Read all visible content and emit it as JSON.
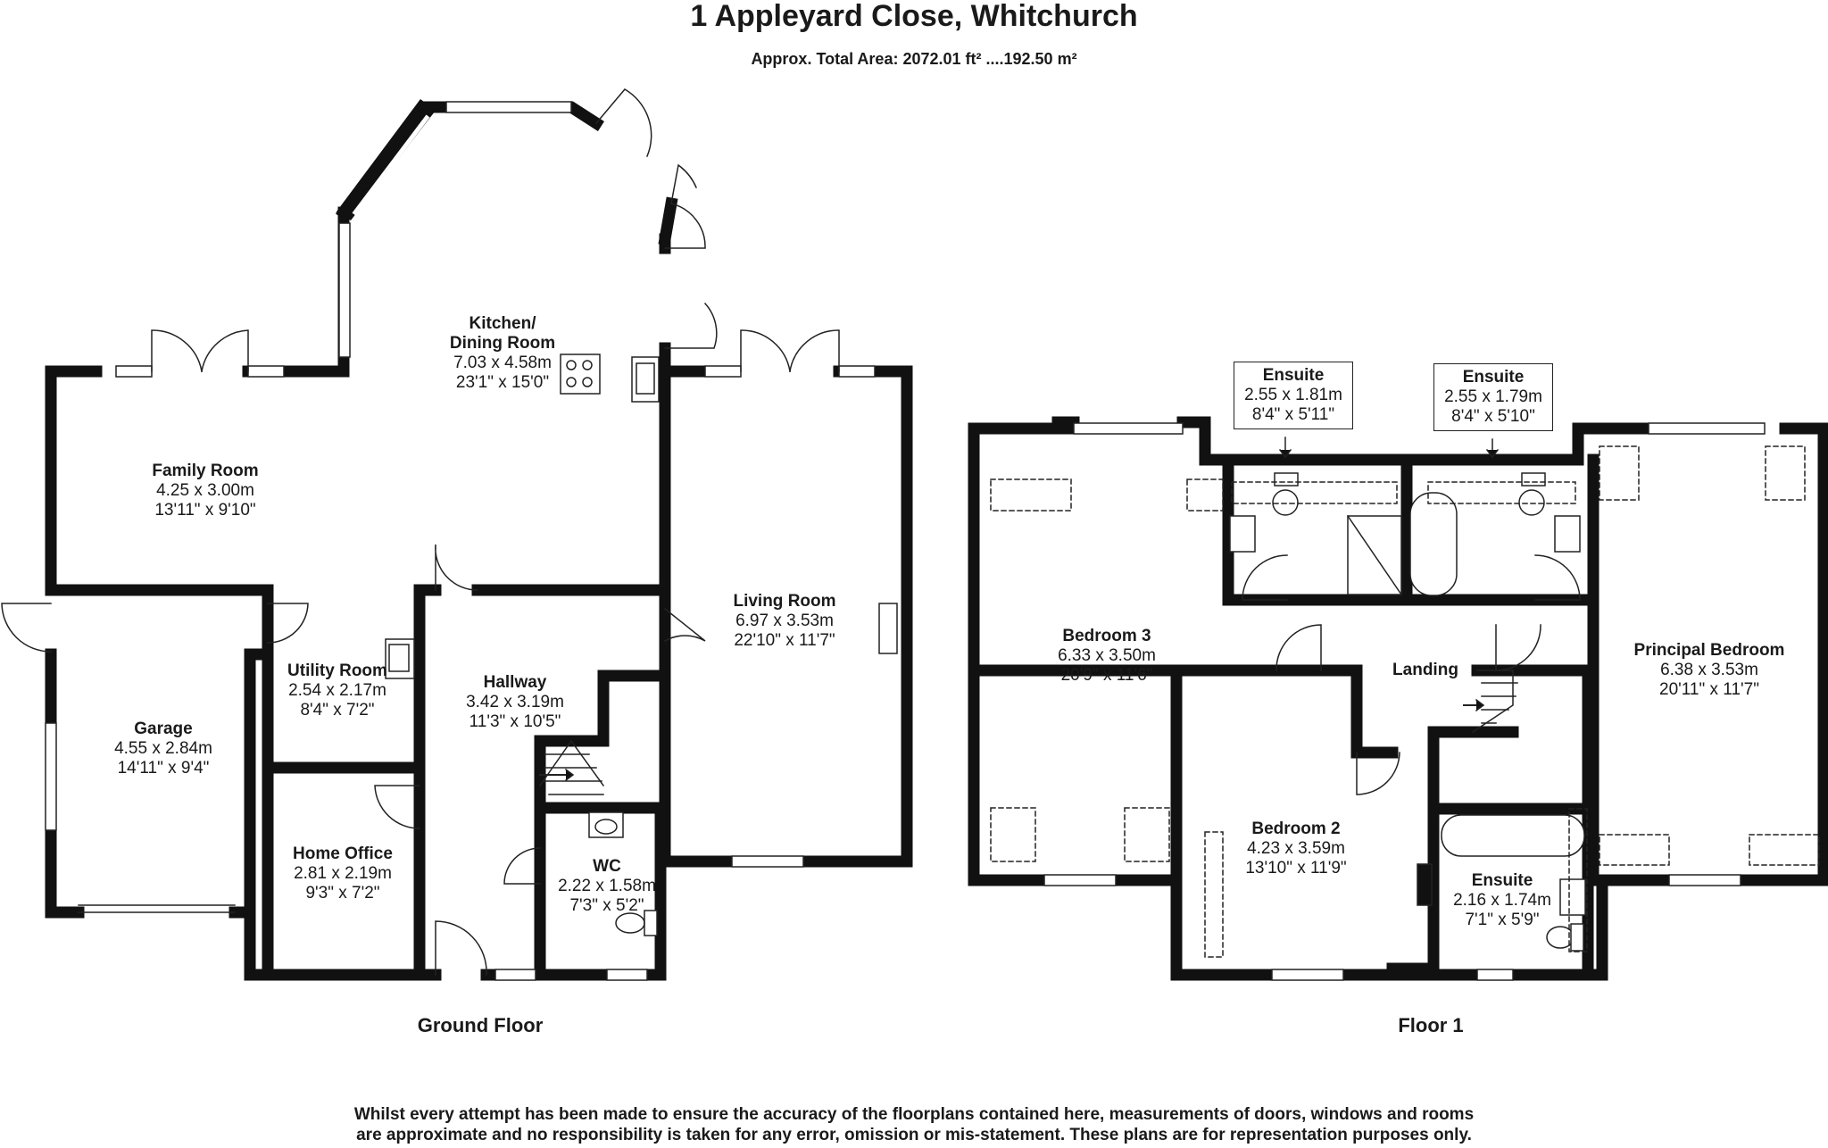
{
  "header": {
    "title": "1 Appleyard Close, Whitchurch",
    "area": "Approx. Total Area: 2072.01 ft² ....192.50 m²"
  },
  "floors": {
    "ground": "Ground Floor",
    "first": "Floor 1"
  },
  "rooms": {
    "kitchen": {
      "name_l1": "Kitchen/",
      "name_l2": "Dining Room",
      "metric": "7.03 x 4.58m",
      "imperial": "23'1\" x 15'0\""
    },
    "family": {
      "name": "Family Room",
      "metric": "4.25 x 3.00m",
      "imperial": "13'11\" x 9'10\""
    },
    "living": {
      "name": "Living Room",
      "metric": "6.97 x 3.53m",
      "imperial": "22'10\" x 11'7\""
    },
    "utility": {
      "name": "Utility Room",
      "metric": "2.54 x 2.17m",
      "imperial": "8'4\" x 7'2\""
    },
    "hallway": {
      "name": "Hallway",
      "metric": "3.42 x 3.19m",
      "imperial": "11'3\" x 10'5\""
    },
    "garage": {
      "name": "Garage",
      "metric": "4.55 x 2.84m",
      "imperial": "14'11\" x 9'4\""
    },
    "office": {
      "name": "Home Office",
      "metric": "2.81 x 2.19m",
      "imperial": "9'3\" x 7'2\""
    },
    "wc": {
      "name": "WC",
      "metric": "2.22 x 1.58m",
      "imperial": "7'3\" x 5'2\""
    },
    "ensuite1": {
      "name": "Ensuite",
      "metric": "2.55 x 1.81m",
      "imperial": "8'4\" x 5'11\""
    },
    "ensuite2": {
      "name": "Ensuite",
      "metric": "2.55 x 1.79m",
      "imperial": "8'4\" x 5'10\""
    },
    "bedroom3": {
      "name": "Bedroom 3",
      "metric": "6.33 x 3.50m",
      "imperial": "20'9\" x 11'6\""
    },
    "landing": {
      "name": "Landing"
    },
    "principal": {
      "name": "Principal Bedroom",
      "metric": "6.38 x 3.53m",
      "imperial": "20'11\" x 11'7\""
    },
    "bedroom2": {
      "name": "Bedroom 2",
      "metric": "4.23 x 3.59m",
      "imperial": "13'10\" x 11'9\""
    },
    "ensuite3": {
      "name": "Ensuite",
      "metric": "2.16 x 1.74m",
      "imperial": "7'1\" x 5'9\""
    }
  },
  "disclaimer": {
    "line1": "Whilst every attempt has been made to ensure the accuracy of the floorplans contained here, measurements of doors, windows and rooms",
    "line2": "are approximate and no responsibility is taken for any error, omission or mis-statement. These plans are for representation purposes only."
  },
  "colors": {
    "wall": "#111111",
    "window": "#ffffff",
    "fixture": "#555555"
  }
}
